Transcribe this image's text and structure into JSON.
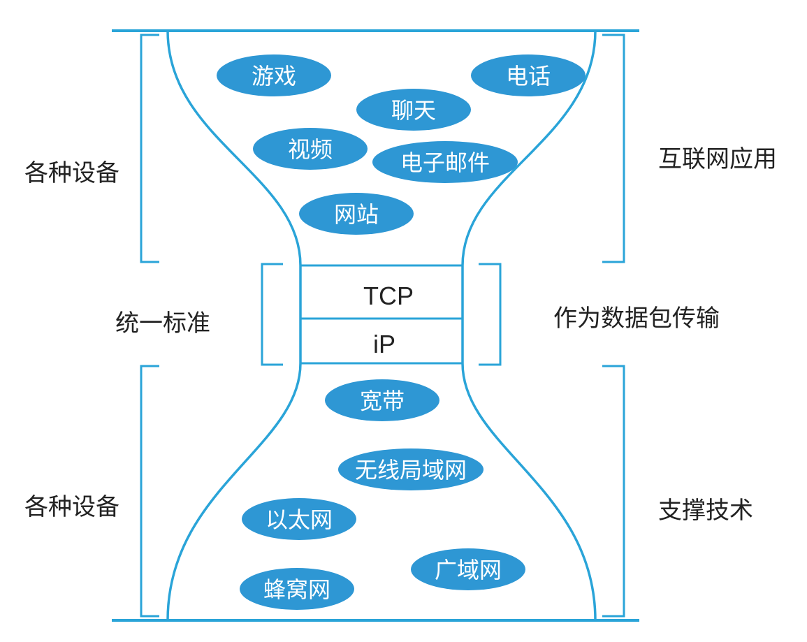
{
  "side_labels": {
    "devices_top": "各种设备",
    "applications": "互联网应用",
    "unified_standard": "统一标准",
    "packet_transport": "作为数据包传输",
    "devices_bottom": "各种设备",
    "supporting_tech": "支撑技术"
  },
  "protocols": {
    "tcp": "TCP",
    "ip": "iP"
  },
  "applications": [
    "游戏",
    "电话",
    "聊天",
    "视频",
    "电子邮件",
    "网站"
  ],
  "technologies": [
    "宽带",
    "无线局域网",
    "以太网",
    "广域网",
    "蜂窝网"
  ],
  "colors": {
    "line": "#2aa4d8",
    "pill": "#2e97d4",
    "pill_text": "#ffffff",
    "label_text": "#222222"
  }
}
